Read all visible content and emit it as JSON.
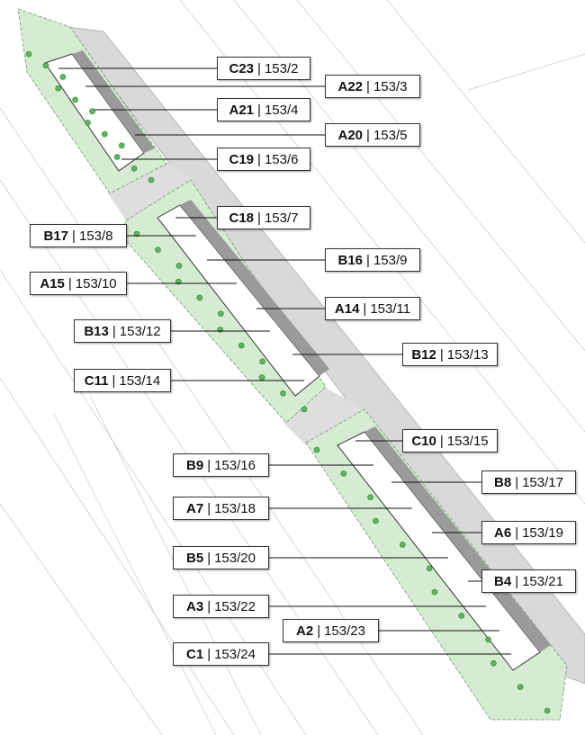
{
  "plots": [
    {
      "code": "C23",
      "parcel": "153/2"
    },
    {
      "code": "A22",
      "parcel": "153/3"
    },
    {
      "code": "A21",
      "parcel": "153/4"
    },
    {
      "code": "A20",
      "parcel": "153/5"
    },
    {
      "code": "C19",
      "parcel": "153/6"
    },
    {
      "code": "C18",
      "parcel": "153/7"
    },
    {
      "code": "B17",
      "parcel": "153/8"
    },
    {
      "code": "B16",
      "parcel": "153/9"
    },
    {
      "code": "A15",
      "parcel": "153/10"
    },
    {
      "code": "A14",
      "parcel": "153/11"
    },
    {
      "code": "B13",
      "parcel": "153/12"
    },
    {
      "code": "B12",
      "parcel": "153/13"
    },
    {
      "code": "C11",
      "parcel": "153/14"
    },
    {
      "code": "C10",
      "parcel": "153/15"
    },
    {
      "code": "B9",
      "parcel": "153/16"
    },
    {
      "code": "B8",
      "parcel": "153/17"
    },
    {
      "code": "A7",
      "parcel": "153/18"
    },
    {
      "code": "A6",
      "parcel": "153/19"
    },
    {
      "code": "B5",
      "parcel": "153/20"
    },
    {
      "code": "B4",
      "parcel": "153/21"
    },
    {
      "code": "A3",
      "parcel": "153/22"
    },
    {
      "code": "A2",
      "parcel": "153/23"
    },
    {
      "code": "C1",
      "parcel": "153/24"
    }
  ],
  "separator": "|",
  "colors": {
    "green": "#d6ecd2",
    "road": "#d9d9d9",
    "tree": "#5cb85c"
  }
}
